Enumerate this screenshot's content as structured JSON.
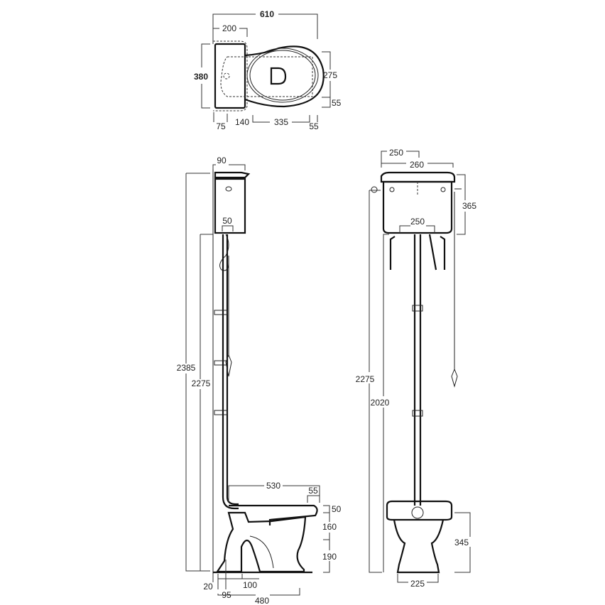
{
  "plan_view": {
    "overall_width": "610",
    "cistern_width": "200",
    "depth": "380",
    "seat_depth": "275",
    "rim_offset_right": "55",
    "outlet_offset": "75",
    "cistern_to_seat": "140",
    "seat_length": "335",
    "rim_front": "55"
  },
  "side_view": {
    "cistern_depth": "90",
    "flush_pipe_dia": "50",
    "total_height": "2385",
    "cistern_bottom_height": "2275",
    "pan_projection": "530",
    "rim_overhang": "55",
    "seat_thickness": "50",
    "rim_height_upper": "160",
    "rim_height_lower": "190",
    "wall_gap": "20",
    "outlet_center": "95",
    "outlet_dia": "100",
    "base_length": "480"
  },
  "front_view": {
    "cistern_top_width": "250",
    "lid_width": "260",
    "bracket_spacing": "250",
    "cistern_height": "365",
    "cistern_bottom_height": "2275",
    "bracket_height": "2020",
    "pan_height": "345",
    "base_width": "225"
  }
}
